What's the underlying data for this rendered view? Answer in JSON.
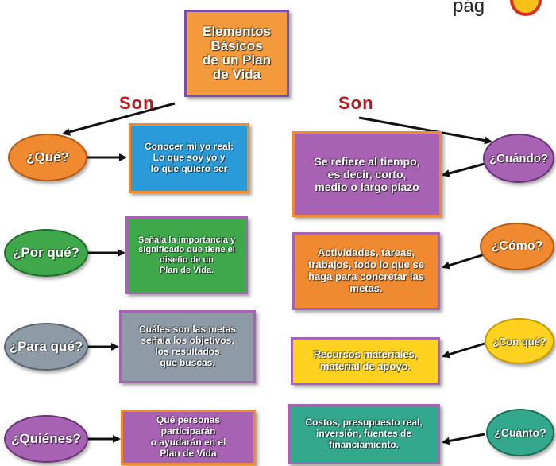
{
  "corner_text": "pág",
  "title": "Elementos\nBásicos\nde un Plan\nde Vida",
  "connectors": {
    "left": "Son",
    "right": "Son"
  },
  "questions_left": [
    {
      "label": "¿Qué?",
      "text": "Conocer mi yo real:\nLo que soy yo y\nlo que quiero ser"
    },
    {
      "label": "¿Por qué?",
      "text": "Señala la importancia y\nsignificado que tiene el\ndiseño de un\nPlan de Vida."
    },
    {
      "label": "¿Para qué?",
      "text": "Cuáles son las metas\nseñala los objetivos,\nlos resultados\nque buscas."
    },
    {
      "label": "¿Quiénes?",
      "text": "Qué personas\nparticiparán\no ayudarán en el\nPlan de Vida"
    }
  ],
  "questions_right": [
    {
      "label": "¿Cuándo?",
      "text": "Se refiere al tiempo,\nes decir, corto,\nmedio o largo plazo"
    },
    {
      "label": "¿Cómo?",
      "text": "Actividades, tareas,\ntrabajos, todo lo que se\nhaga para concretar las\nmetas."
    },
    {
      "label": "¿Con qué?",
      "text": "Recursos materiales,\nmaterial de apoyo."
    },
    {
      "label": "¿Cuánto?",
      "text": "Costos, presupuesto real,\ninversión, fuentes de\nfinanciamiento."
    }
  ],
  "colors": {
    "title_fill": "#f39a3c",
    "title_border": "#7a4ea0",
    "son": "#c0141b",
    "orange": "#f08a30",
    "green": "#3fa84a",
    "gray": "#8e9aa6",
    "purple": "#a862b4",
    "yellow": "#ffd21f",
    "teal": "#33a88c",
    "blue": "#2a9ad8"
  }
}
